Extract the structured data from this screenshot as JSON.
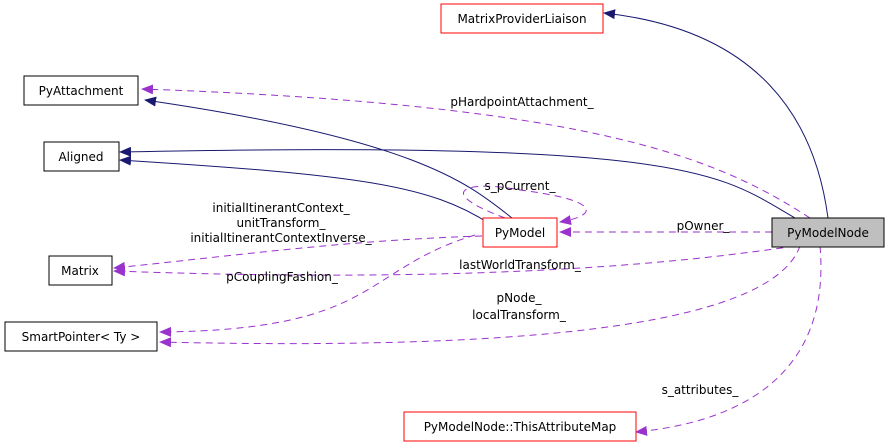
{
  "nodes": {
    "matrix_provider_liaison": "MatrixProviderLiaison",
    "py_attachment": "PyAttachment",
    "aligned": "Aligned",
    "matrix": "Matrix",
    "smart_pointer": "SmartPointer< Ty >",
    "py_model": "PyModel",
    "py_model_node": "PyModelNode",
    "this_attribute_map": "PyModelNode::ThisAttributeMap"
  },
  "labels": {
    "hardpoint_attachment": "pHardpointAttachment_",
    "s_p_current": "s_pCurrent_",
    "p_owner": "pOwner_",
    "model_matrix_1": "initialItinerantContext_",
    "model_matrix_2": "unitTransform_",
    "model_matrix_3": "initialItinerantContextInverse_",
    "last_world_transform": "lastWorldTransform_",
    "p_coupling_fashion": "pCouplingFashion_",
    "p_node": "pNode_",
    "local_transform": "localTransform_",
    "s_attributes": "s_attributes_"
  },
  "colors": {
    "inheritance_edge": "#191970",
    "usage_edge": "#9a32cd",
    "focus_fill": "#bfbfbf",
    "class_border_documented": "#ff0000",
    "class_border_undocumented": "#000000"
  }
}
